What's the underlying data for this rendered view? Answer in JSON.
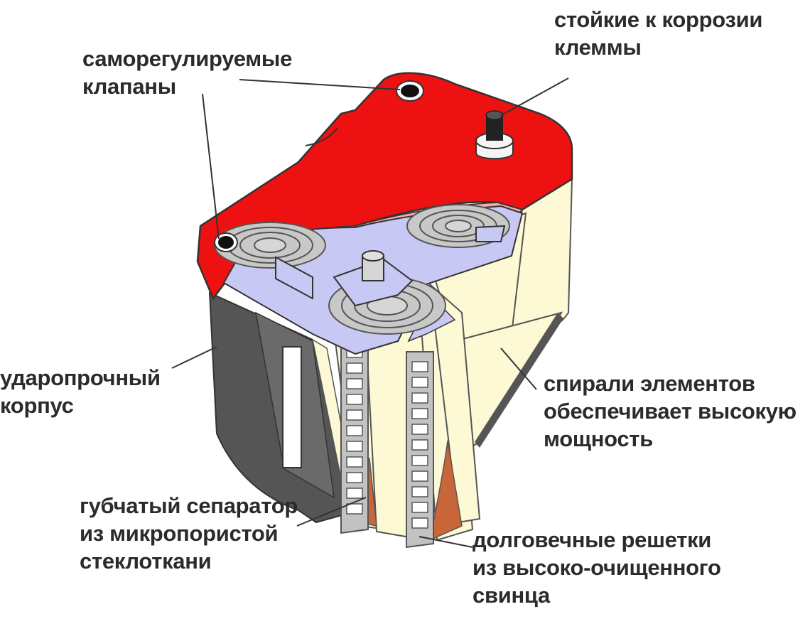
{
  "labels": {
    "valves": [
      "саморегулируемые",
      "клапаны"
    ],
    "terminals": [
      "стойкие к коррозии",
      "клеммы"
    ],
    "case": [
      "ударопрочный",
      "корпус"
    ],
    "spirals": [
      "спирали элементов",
      "обеспечивает высокую",
      "мощность"
    ],
    "separator": [
      "губчатый сепаратор",
      "из микропористой",
      "стеклоткани"
    ],
    "grids": [
      "долговечные решетки",
      "из высоко-очищенного",
      "свинца"
    ]
  },
  "colors": {
    "lid": "#ee1111",
    "case": "#555555",
    "cell": "#fcf9d4",
    "inner": "#c8c8f4",
    "grid": "#c2c2c2",
    "plate": "#c8663a",
    "text": "#2b2b2b"
  }
}
